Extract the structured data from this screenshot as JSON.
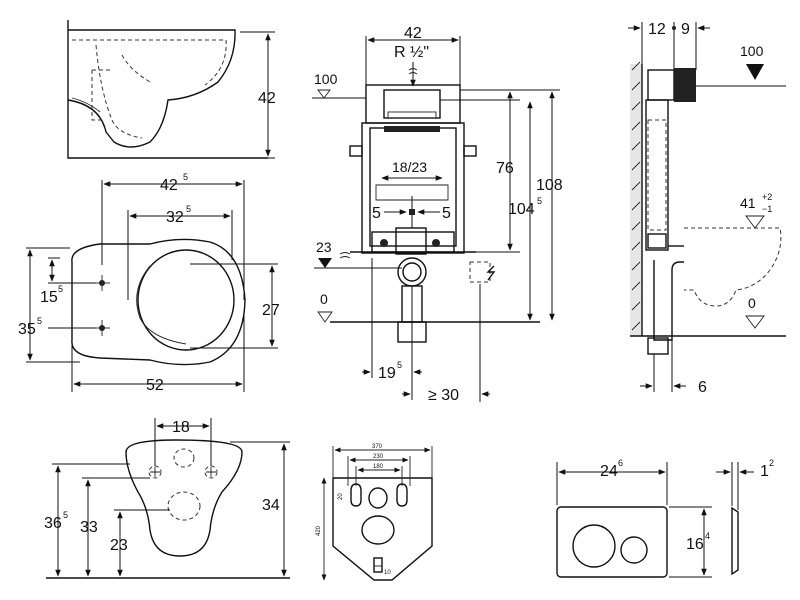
{
  "labels": {
    "side_bowl_height": "42",
    "top_width": "42",
    "top_width_sup": "5",
    "top_inner_width": "32",
    "top_inner_width_sup": "5",
    "top_hole_spacing": "15",
    "top_hole_spacing_sup": "5",
    "top_depth": "35",
    "top_depth_sup": "5",
    "top_inner_depth": "27",
    "top_length": "52",
    "frame_width": "42",
    "supply": "R ½\"",
    "level_100_left": "100",
    "frame_bracket": "18/23",
    "offset_5_left": "5",
    "offset_5_right": "5",
    "level_23": "23",
    "level_0_left": "0",
    "height_76": "76",
    "height_104": "104",
    "height_104_sup": "5",
    "height_108": "108",
    "drain_19": "19",
    "drain_19_sup": "5",
    "min_30": "≥ 30",
    "side_12": "12",
    "side_9": "9",
    "level_100_right": "100",
    "level_41": "41",
    "level_41_tol_plus": "+2",
    "level_41_tol_minus": "−1",
    "level_0_right": "0",
    "wall_6": "6",
    "front_18": "18",
    "front_36": "36",
    "front_36_sup": "5",
    "front_33": "33",
    "front_23": "23",
    "front_34": "34",
    "plate_370": "370",
    "plate_230": "230",
    "plate_180": "180",
    "plate_20": "20",
    "plate_420": "420",
    "plate_10": "10",
    "flush_width": "24",
    "flush_width_sup": "6",
    "flush_height": "16",
    "flush_height_sup": "4",
    "flush_depth": "1",
    "flush_depth_sup": "2"
  },
  "colors": {
    "line": "#111111",
    "wall": "#e6e6e6",
    "background": "#ffffff"
  }
}
